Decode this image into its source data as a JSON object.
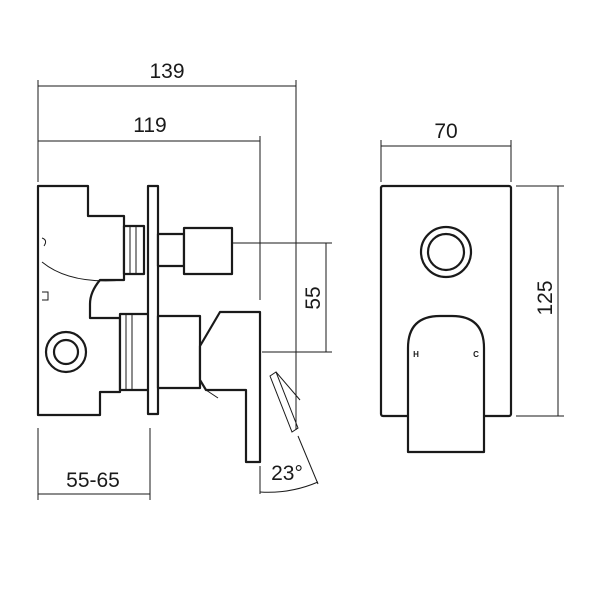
{
  "dimensions": {
    "overall_depth": "139",
    "plate_depth": "119",
    "centres": "55",
    "plate_width": "70",
    "plate_height": "125",
    "wall_cavity": "55-65",
    "lever_angle": "23°"
  },
  "handle_markings": {
    "hot": "H",
    "cold": "C"
  },
  "colors": {
    "line": "#1a1a1a",
    "background": "#ffffff"
  }
}
